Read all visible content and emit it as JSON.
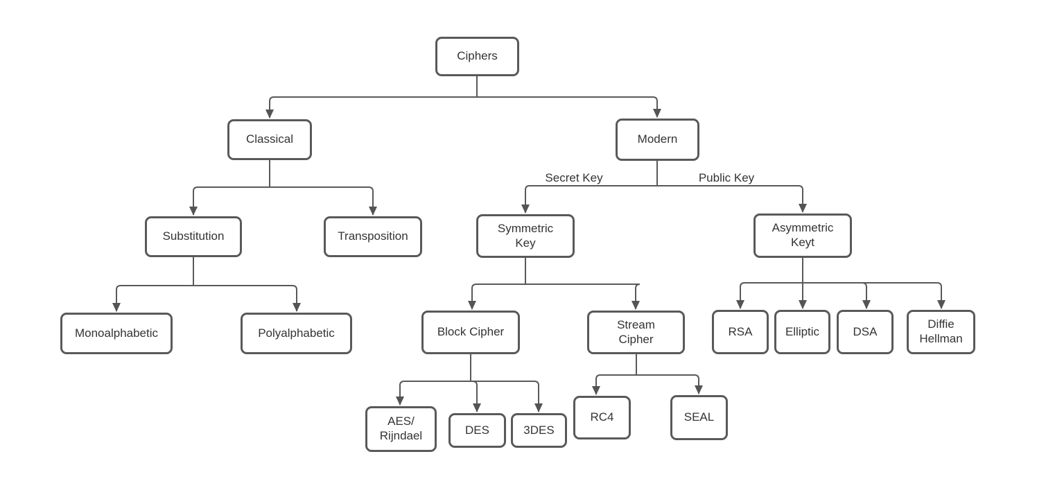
{
  "diagram": {
    "type": "tree",
    "root": "Ciphers",
    "colors": {
      "box_border": "#595959",
      "line": "#595959",
      "arrow": "#545454",
      "text": "#333333",
      "background": "#ffffff"
    },
    "nodes": {
      "ciphers": "Ciphers",
      "classical": "Classical",
      "modern": "Modern",
      "substitution": "Substitution",
      "transposition": "Transposition",
      "symmetric_key": "Symmetric\nKey",
      "asymmetric_keyt": "Asymmetric\nKeyt",
      "monoalphabetic": "Monoalphabetic",
      "polyalphabetic": "Polyalphabetic",
      "block_cipher": "Block Cipher",
      "stream_cipher": "Stream\nCipher",
      "rsa": "RSA",
      "elliptic": "Elliptic",
      "dsa": "DSA",
      "diffie_hellman": "Diffie\nHellman",
      "aes_rijndael": "AES/\nRijndael",
      "des": "DES",
      "tripledes": "3DES",
      "rc4": "RC4",
      "seal": "SEAL"
    },
    "edge_labels": {
      "secret_key": "Secret Key",
      "public_key": "Public Key"
    },
    "hierarchy": [
      {
        "parent": "Ciphers",
        "child": "Classical"
      },
      {
        "parent": "Ciphers",
        "child": "Modern"
      },
      {
        "parent": "Classical",
        "child": "Substitution"
      },
      {
        "parent": "Classical",
        "child": "Transposition"
      },
      {
        "parent": "Substitution",
        "child": "Monoalphabetic"
      },
      {
        "parent": "Substitution",
        "child": "Polyalphabetic"
      },
      {
        "parent": "Modern",
        "child": "Symmetric Key",
        "edge_label": "Secret Key"
      },
      {
        "parent": "Modern",
        "child": "Asymmetric Keyt",
        "edge_label": "Public Key"
      },
      {
        "parent": "Symmetric Key",
        "child": "Block Cipher"
      },
      {
        "parent": "Symmetric Key",
        "child": "Stream Cipher"
      },
      {
        "parent": "Block Cipher",
        "child": "AES/Rijndael"
      },
      {
        "parent": "Block Cipher",
        "child": "DES"
      },
      {
        "parent": "Block Cipher",
        "child": "3DES"
      },
      {
        "parent": "Stream Cipher",
        "child": "RC4"
      },
      {
        "parent": "Stream Cipher",
        "child": "SEAL"
      },
      {
        "parent": "Asymmetric Keyt",
        "child": "RSA"
      },
      {
        "parent": "Asymmetric Keyt",
        "child": "Elliptic"
      },
      {
        "parent": "Asymmetric Keyt",
        "child": "DSA"
      },
      {
        "parent": "Asymmetric Keyt",
        "child": "Diffie Hellman"
      }
    ]
  }
}
